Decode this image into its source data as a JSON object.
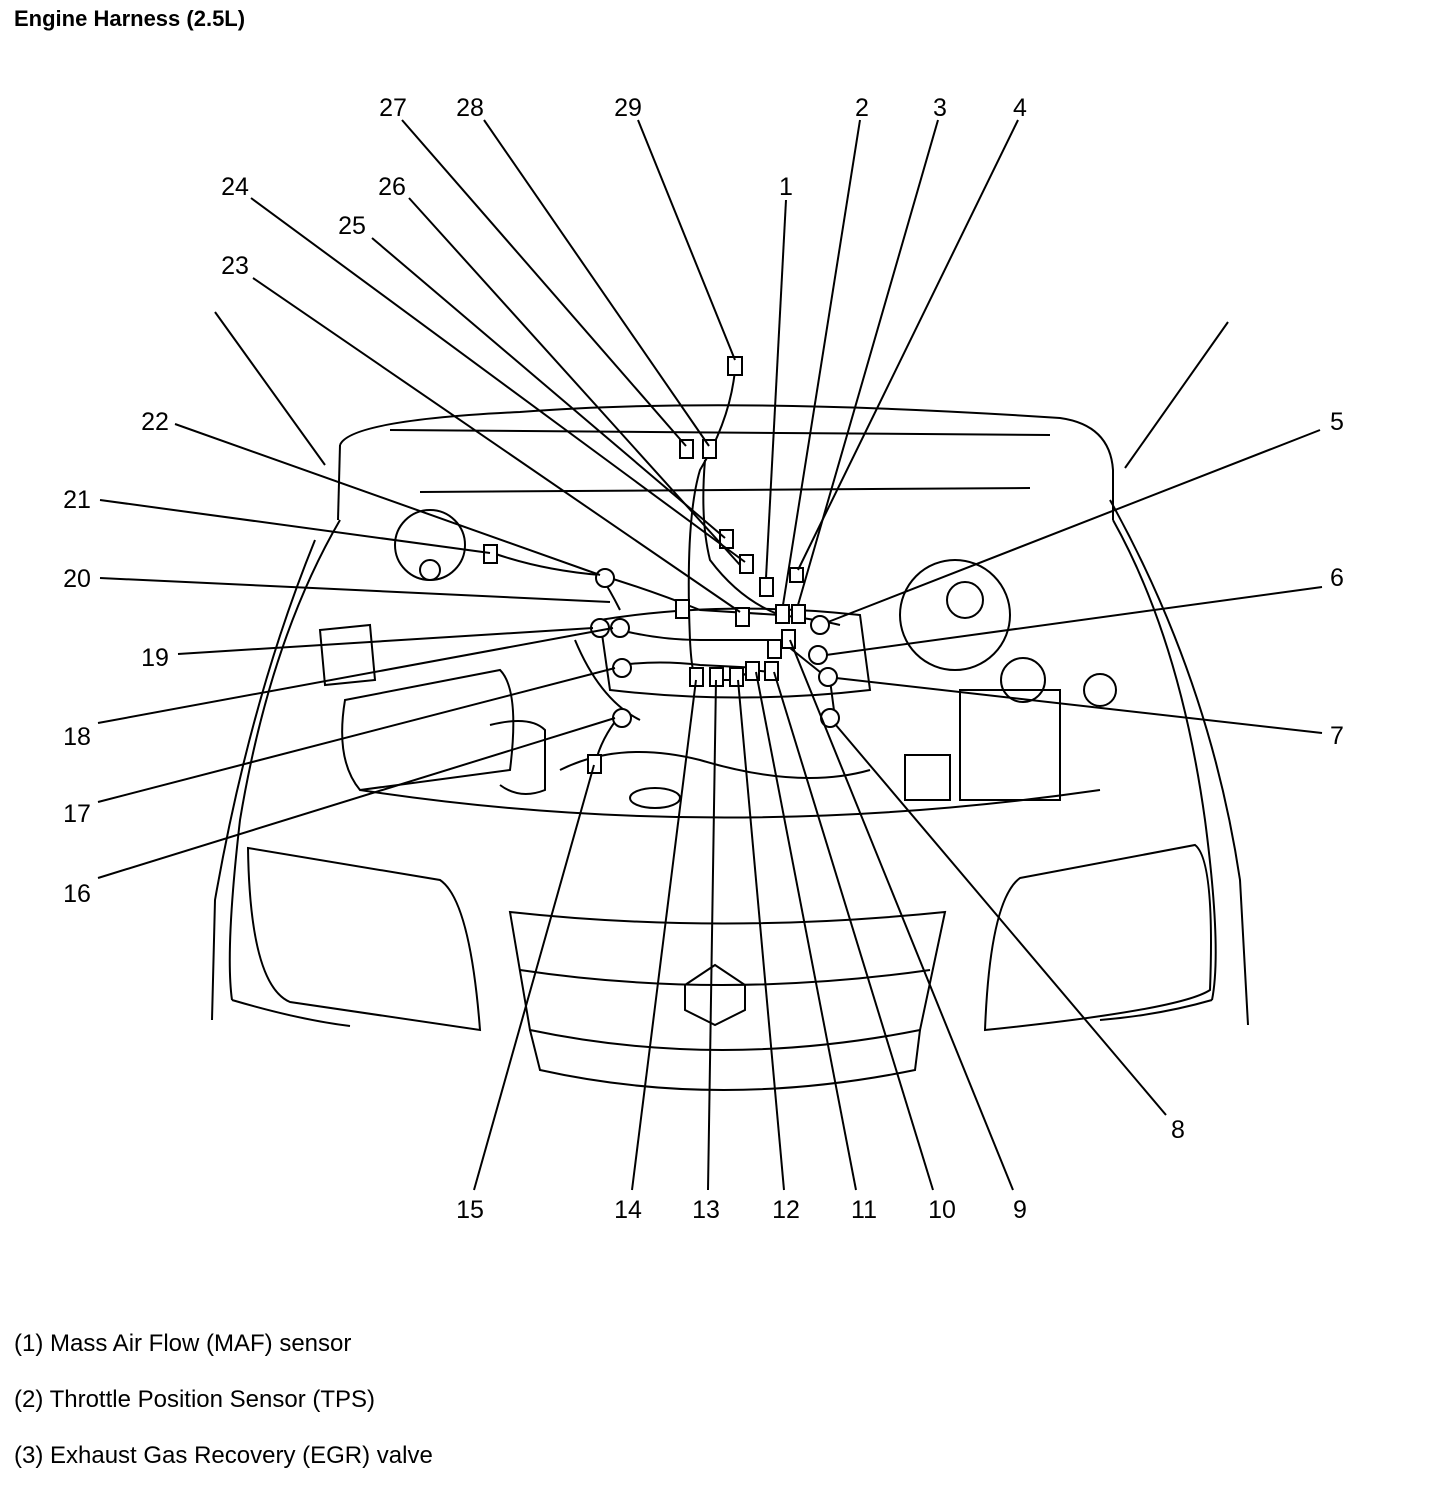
{
  "title": "Engine Harness (2.5L)",
  "callouts": [
    "1",
    "2",
    "3",
    "4",
    "5",
    "6",
    "7",
    "8",
    "9",
    "10",
    "11",
    "12",
    "13",
    "14",
    "15",
    "16",
    "17",
    "18",
    "19",
    "20",
    "21",
    "22",
    "23",
    "24",
    "25",
    "26",
    "27",
    "28",
    "29"
  ],
  "legend": [
    "(1) Mass Air Flow (MAF) sensor",
    "(2) Throttle Position Sensor (TPS)",
    "(3) Exhaust Gas Recovery (EGR) valve"
  ]
}
